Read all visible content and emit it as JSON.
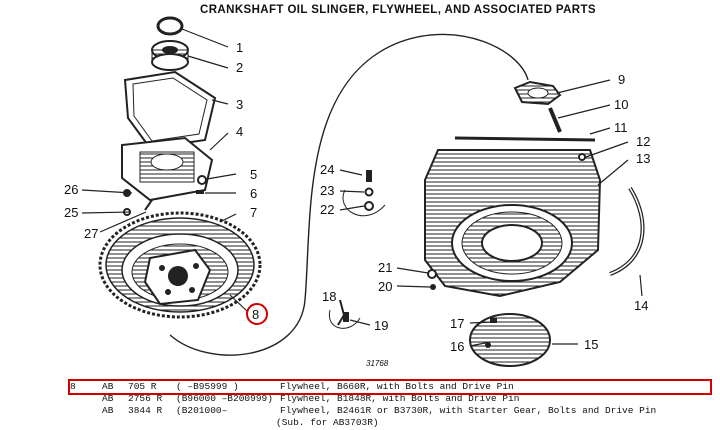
{
  "title": "CRANKSHAFT OIL SLINGER, FLYWHEEL, AND ASSOCIATED PARTS",
  "figure_number": "31768",
  "callouts": [
    "1",
    "2",
    "3",
    "4",
    "5",
    "6",
    "7",
    "8",
    "9",
    "10",
    "11",
    "12",
    "13",
    "14",
    "15",
    "16",
    "17",
    "18",
    "19",
    "20",
    "21",
    "22",
    "23",
    "24",
    "25",
    "26",
    "27"
  ],
  "highlight_color": "#d40000",
  "parts_list": {
    "item": "8",
    "rows": [
      {
        "prefix": "AB",
        "number": "705 R",
        "serial": "(         –B95999 )",
        "description": "Flywheel, B660R, with Bolts and Drive Pin",
        "highlighted": true
      },
      {
        "prefix": "AB",
        "number": "2756 R",
        "serial": "(B96000 –B200999)",
        "description": "Flywheel, B1848R, with Bolts and Drive Pin",
        "highlighted": false
      },
      {
        "prefix": "AB",
        "number": "3844 R",
        "serial": "(B201000–         ",
        "description": "Flywheel, B2461R or B3730R, with Starter Gear, Bolts and Drive Pin",
        "highlighted": false
      }
    ],
    "note": "(Sub. for AB3703R)"
  }
}
